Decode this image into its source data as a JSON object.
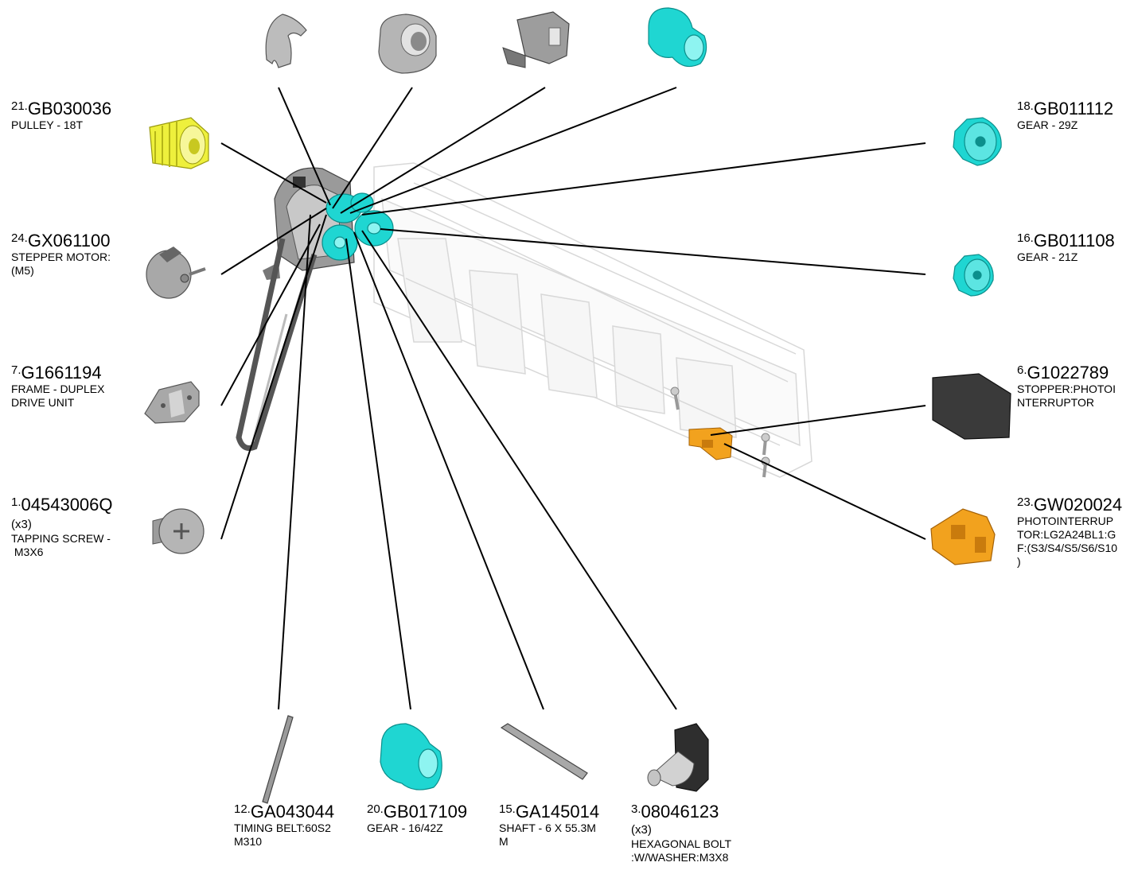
{
  "colors": {
    "cyan_part": "#1fd6d2",
    "yellow_part": "#eef03c",
    "orange_part": "#f2a21e",
    "gray_part": "#bdbdbd",
    "dark_part": "#3a3a3a",
    "leader_line": "#000000"
  },
  "callouts": [
    {
      "id": "21",
      "index": "21.",
      "part": "GB030036",
      "qty": "",
      "desc": "PULLEY - 18T"
    },
    {
      "id": "24",
      "index": "24.",
      "part": "GX061100",
      "qty": "",
      "desc": "STEPPER MOTOR:\n(M5)"
    },
    {
      "id": "7",
      "index": "7.",
      "part": "G1661194",
      "qty": "",
      "desc": "FRAME - DUPLEX\nDRIVE UNIT"
    },
    {
      "id": "1",
      "index": "1.",
      "part": "04543006Q",
      "qty": "(x3)",
      "desc": "TAPPING SCREW -\n M3X6"
    },
    {
      "id": "18",
      "index": "18.",
      "part": "GB011112",
      "qty": "",
      "desc": "GEAR - 29Z"
    },
    {
      "id": "16",
      "index": "16.",
      "part": "GB011108",
      "qty": "",
      "desc": "GEAR - 21Z"
    },
    {
      "id": "6",
      "index": "6.",
      "part": "G1022789",
      "qty": "",
      "desc": "STOPPER:PHOTOI\nNTERRUPTOR"
    },
    {
      "id": "23",
      "index": "23.",
      "part": "GW020024",
      "qty": "",
      "desc": "PHOTOINTERRUP\nTOR:LG2A24BL1:G\nF:(S3/S4/S5/S6/S10\n)"
    },
    {
      "id": "12",
      "index": "12.",
      "part": "GA043044",
      "qty": "",
      "desc": "TIMING BELT:60S2\nM310"
    },
    {
      "id": "20",
      "index": "20.",
      "part": "GB017109",
      "qty": "",
      "desc": "GEAR - 16/42Z"
    },
    {
      "id": "15",
      "index": "15.",
      "part": "GA145014",
      "qty": "",
      "desc": "SHAFT - 6 X 55.3M\nM"
    },
    {
      "id": "3",
      "index": "3.",
      "part": "08046123",
      "qty": "(x3)",
      "desc": "HEXAGONAL BOLT\n:W/WASHER:M3X8"
    }
  ]
}
